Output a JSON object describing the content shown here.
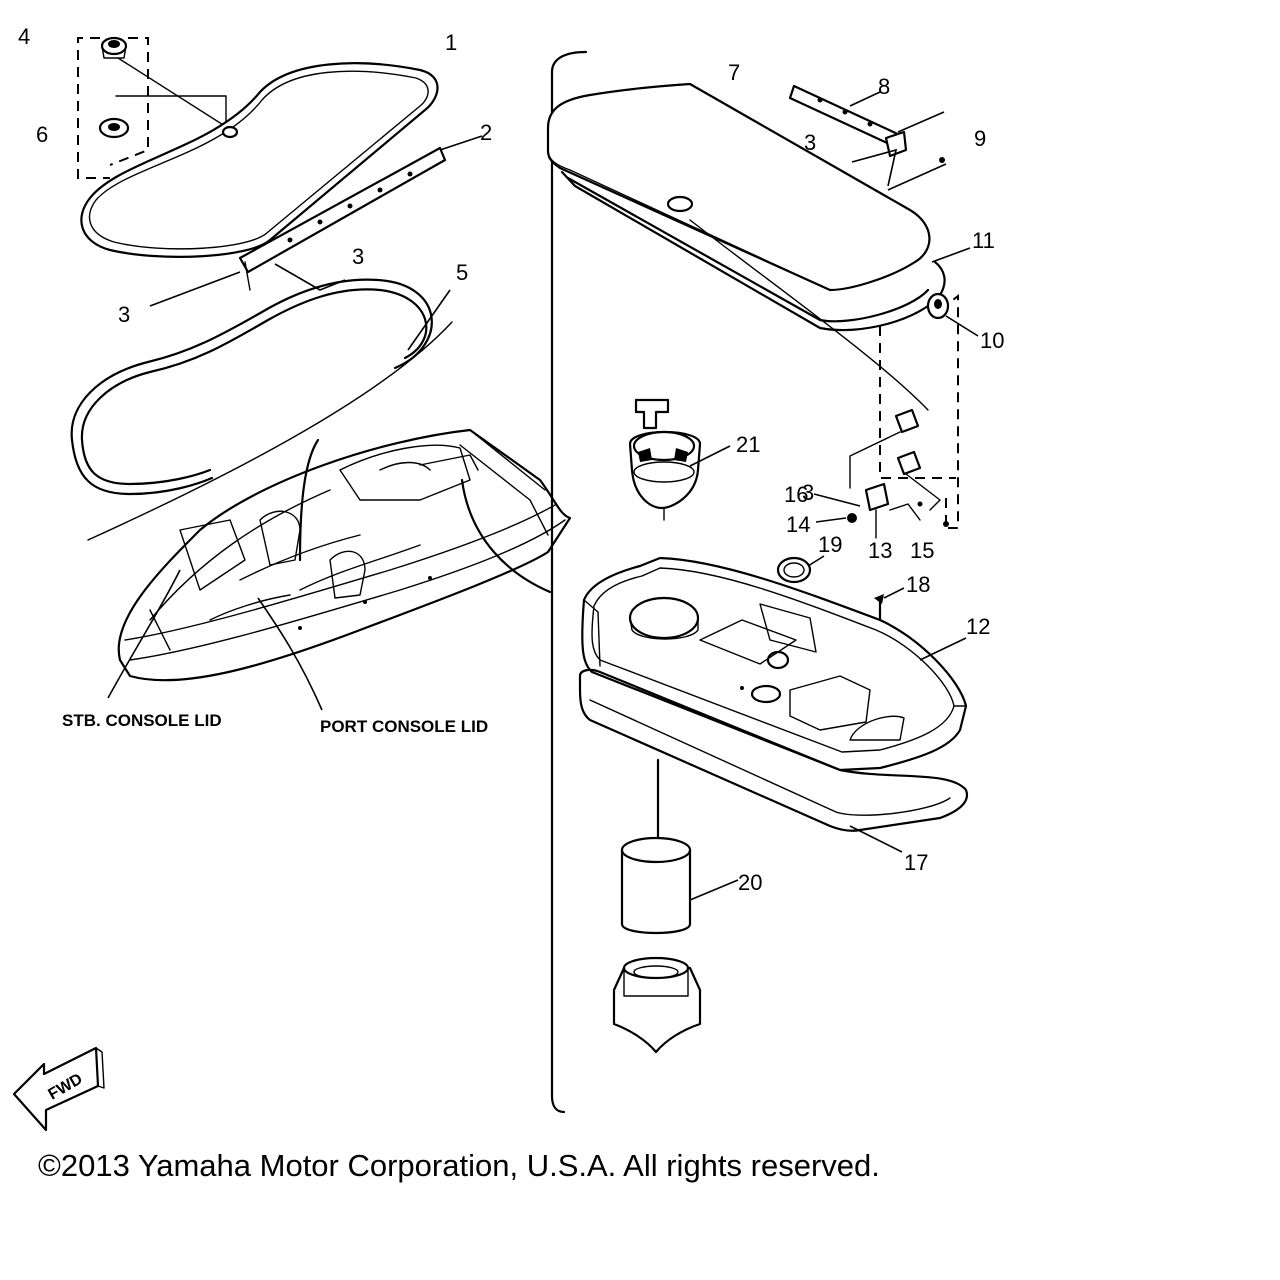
{
  "part_numbers": [
    "1",
    "2",
    "3",
    "3",
    "3",
    "3",
    "4",
    "5",
    "6",
    "7",
    "8",
    "9",
    "10",
    "11",
    "12",
    "13",
    "14",
    "15",
    "16",
    "17",
    "18",
    "19",
    "20",
    "21"
  ],
  "area_labels": {
    "stb_console_lid": "STB. CONSOLE LID",
    "port_console_lid": "PORT CONSOLE LID"
  },
  "fwd_arrow": {
    "label": "FWD",
    "icon": "fwd-arrow-icon"
  },
  "copyright": "©2013 Yamaha Motor Corporation, U.S.A. All rights reserved."
}
